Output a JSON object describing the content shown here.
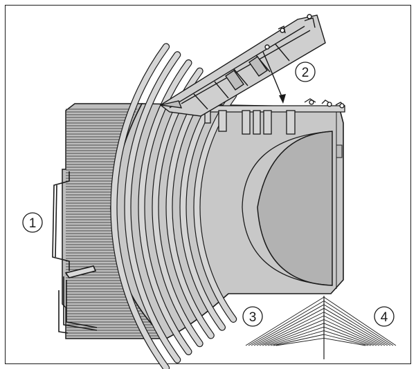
{
  "figure": {
    "callouts": [
      {
        "id": "c1",
        "label": "1"
      },
      {
        "id": "c2",
        "label": "2"
      },
      {
        "id": "c3",
        "label": "3"
      },
      {
        "id": "c4",
        "label": "4"
      }
    ],
    "colors": {
      "line": "#1a1a1a",
      "housing_fill": "#c8c8c8",
      "housing_dark": "#a9a9a9",
      "background": "#ffffff"
    }
  }
}
